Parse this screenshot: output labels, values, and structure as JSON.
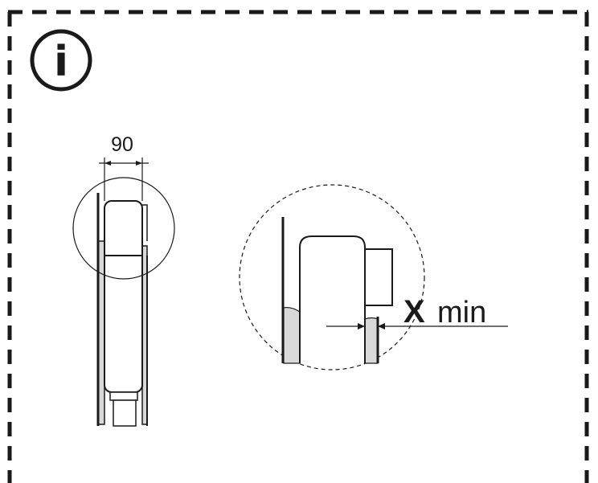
{
  "info_mark": "i",
  "dimension_label": "90",
  "clearance_symbol": "X",
  "clearance_suffix": "min",
  "colors": {
    "ink": "#1a1a1a",
    "fill": "#d9d9d9",
    "background": "#ffffff"
  }
}
